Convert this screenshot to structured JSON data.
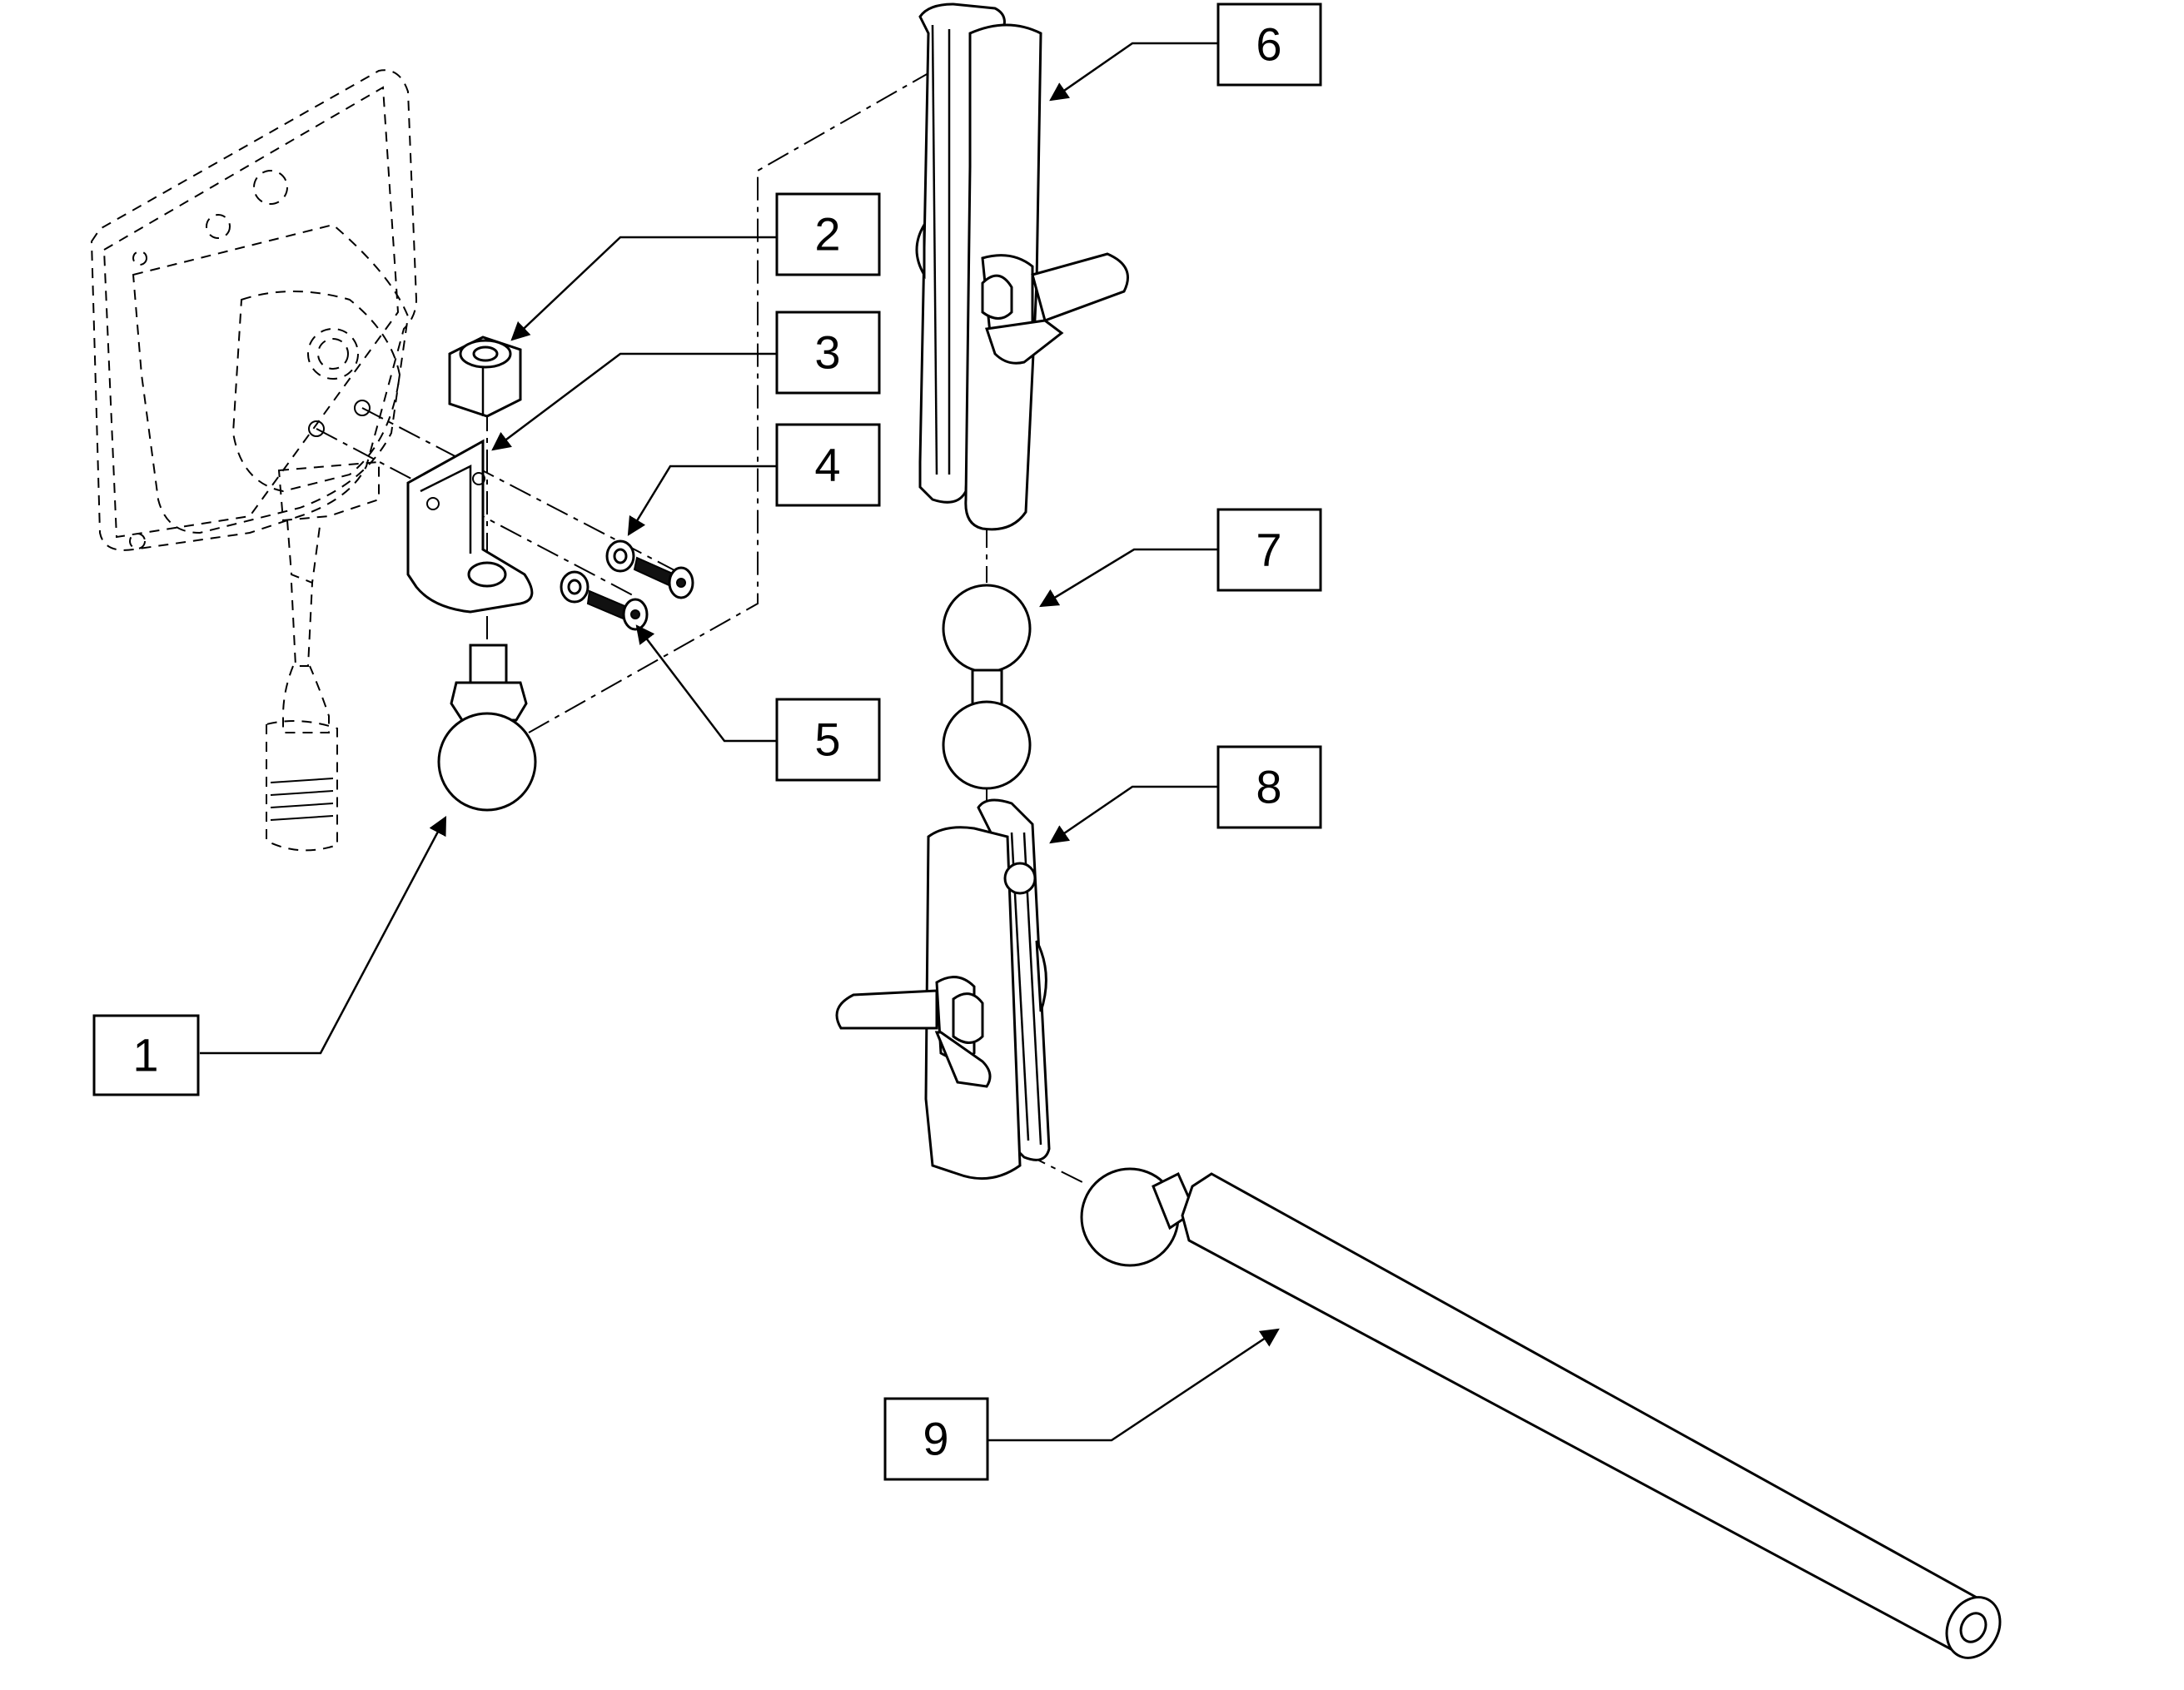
{
  "callouts": [
    {
      "id": "1",
      "label": "1"
    },
    {
      "id": "2",
      "label": "2"
    },
    {
      "id": "3",
      "label": "3"
    },
    {
      "id": "4",
      "label": "4"
    },
    {
      "id": "5",
      "label": "5"
    },
    {
      "id": "6",
      "label": "6"
    },
    {
      "id": "7",
      "label": "7"
    },
    {
      "id": "8",
      "label": "8"
    },
    {
      "id": "9",
      "label": "9"
    }
  ],
  "components": [
    "display-unit-icon",
    "hex-nut-icon",
    "l-bracket-icon",
    "washer-icon",
    "screw-icon",
    "ball-mount-icon",
    "socket-arm-icon",
    "double-ball-adapter-icon",
    "rod-with-ball-icon"
  ]
}
